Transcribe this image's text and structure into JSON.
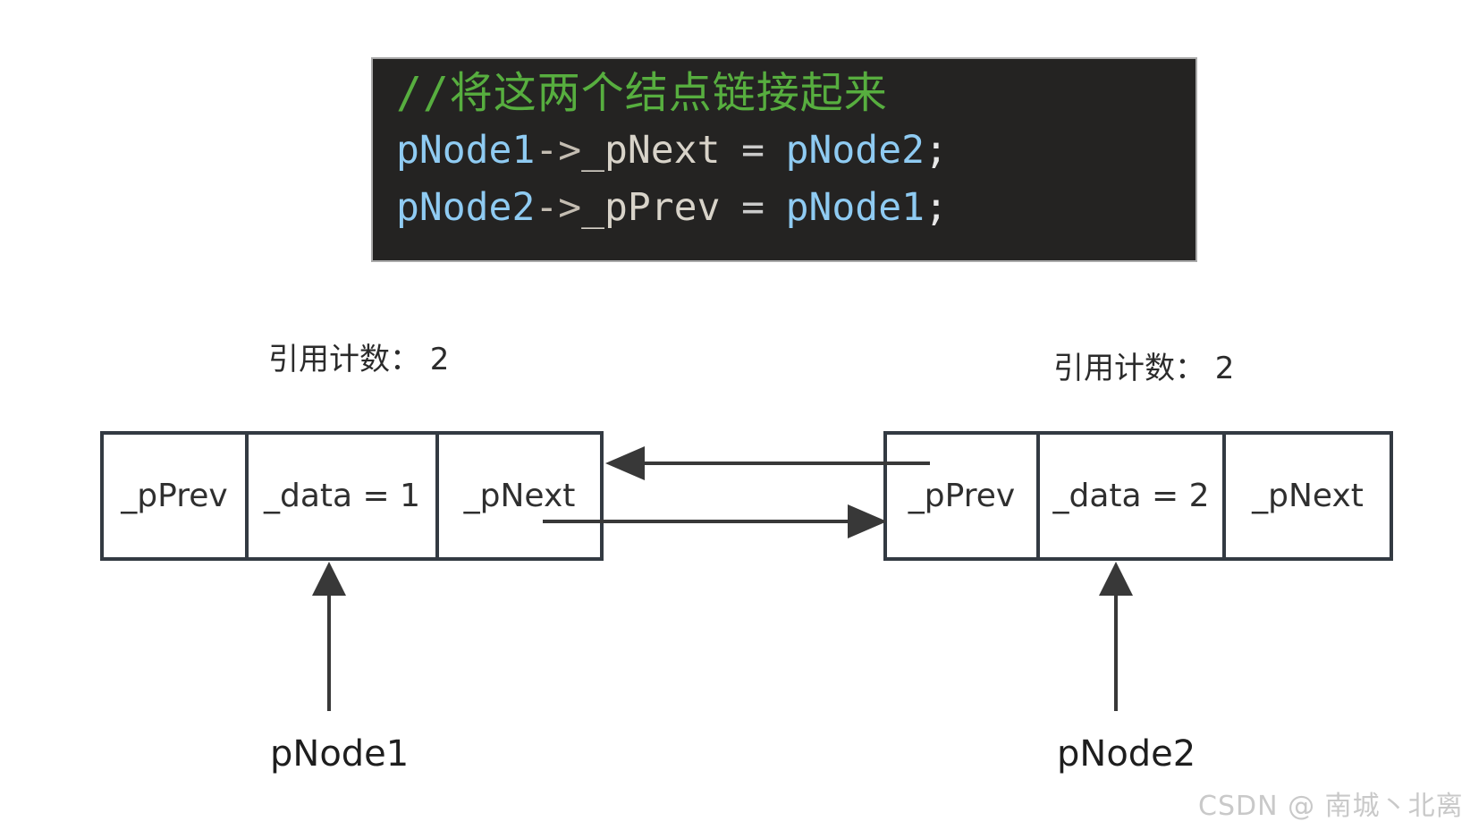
{
  "code_block": {
    "comment": "//将这两个结点链接起来",
    "line1": {
      "ident1": "pNode1",
      "arrow": "->",
      "member": "_pNext",
      "equals": "=",
      "ident2": "pNode2",
      "semi": ";"
    },
    "line2": {
      "ident1": "pNode2",
      "arrow": "->",
      "member": "_pPrev",
      "equals": "=",
      "ident2": "pNode1",
      "semi": ";"
    },
    "colors": {
      "background": "#242322",
      "comment_green": "#57ae3f",
      "identifier_blue": "#8fcbf2",
      "member_white": "#d8d3c9",
      "operator_gray": "#c4bdb2",
      "punctuation": "#e8e8e8"
    }
  },
  "node1": {
    "ref_count_label": "引用计数： 2",
    "cells": [
      "_pPrev",
      "_data = 1",
      "_pNext"
    ],
    "pointer_label": "pNode1"
  },
  "node2": {
    "ref_count_label": "引用计数： 2",
    "cells": [
      "_pPrev",
      "_data = 2",
      "_pNext"
    ],
    "pointer_label": "pNode2"
  },
  "watermark": "CSDN @ 南城丶北离",
  "colors": {
    "diagram_stroke": "#333a42",
    "arrow_stroke": "#383838",
    "node_text": "#2f2f2f",
    "watermark_gray": "#c9c9c9",
    "page_background": "#ffffff"
  }
}
